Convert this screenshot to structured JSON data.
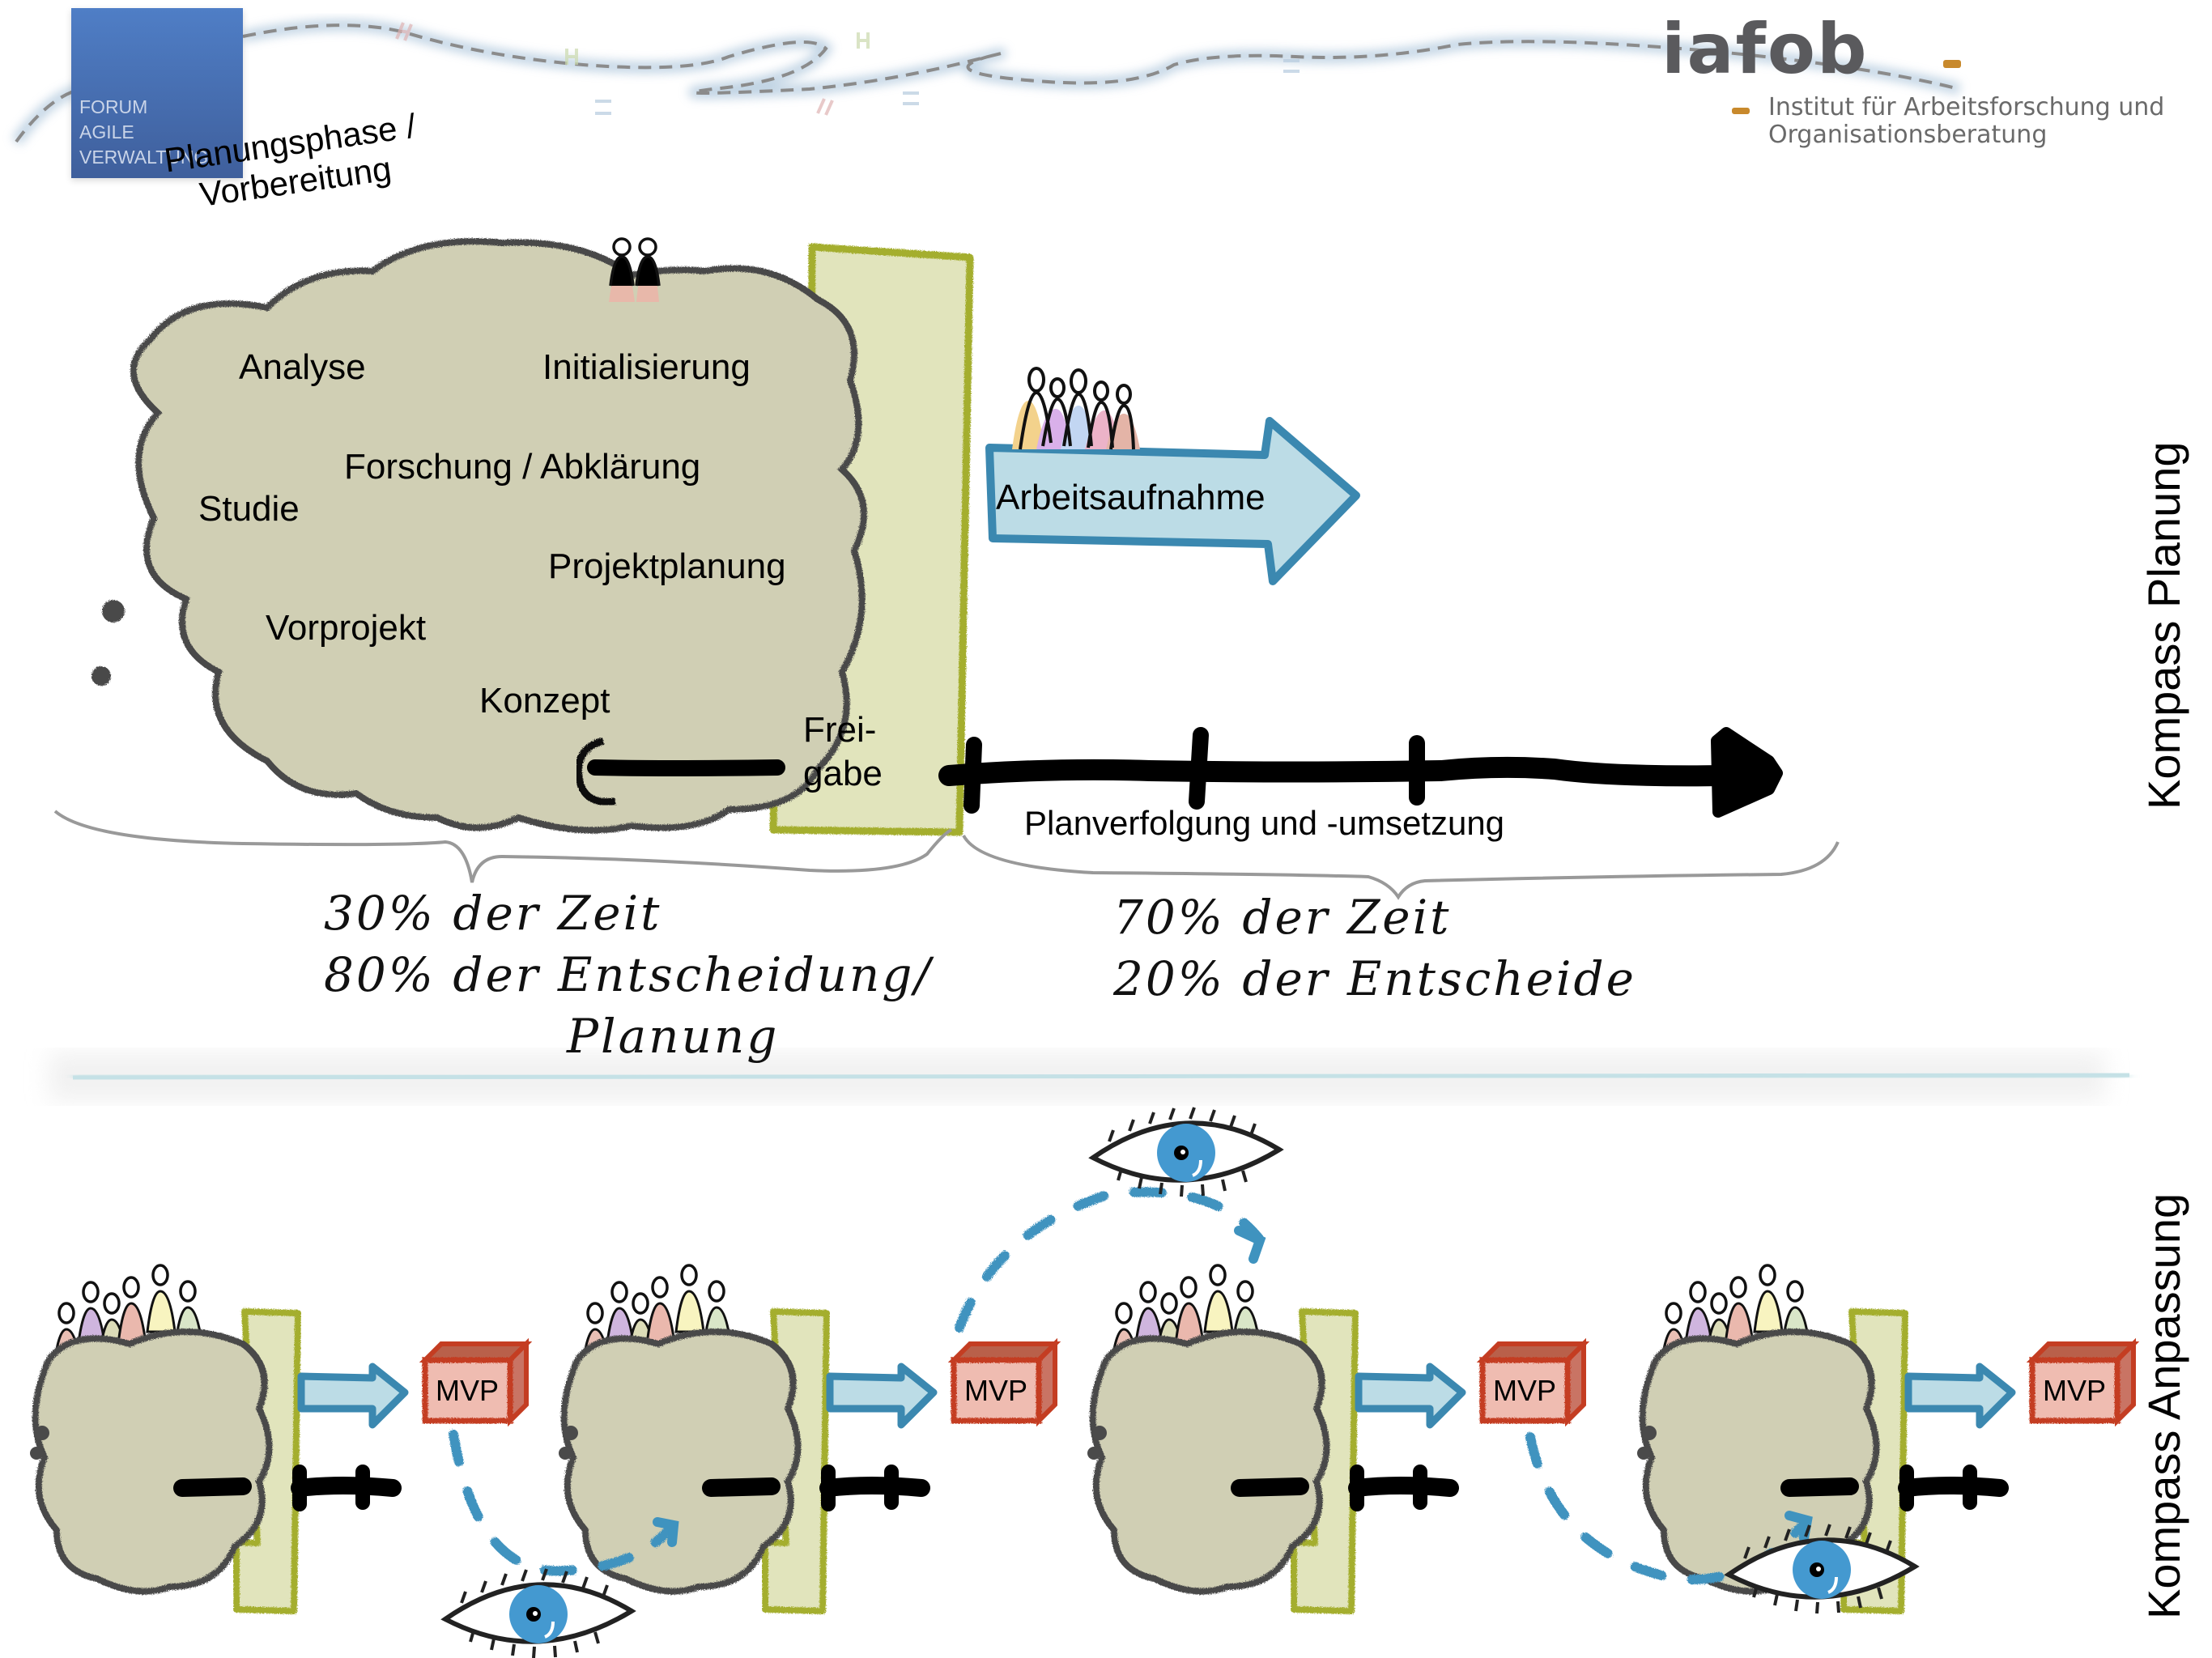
{
  "header": {
    "forum_logo": {
      "lines": [
        "FORUM",
        "AGILE",
        "VERWALTUNG"
      ],
      "color": "#4a72b8"
    },
    "iafob_logo": {
      "word": "iafob",
      "subtitle_lines": [
        "Institut für Arbeitsforschung und",
        "Organisationsberatung"
      ],
      "accent": "#c8892c"
    }
  },
  "planning": {
    "section_label": "Kompass Planung",
    "phase_title_lines": [
      "Planungsphase /",
      "Vorbereitung"
    ],
    "cloud_items": [
      "Analyse",
      "Initialisierung",
      "Forschung / Abklärung",
      "Studie",
      "Projektplanung",
      "Vorprojekt",
      "Konzept"
    ],
    "gate_label_lines": [
      "Frei-",
      "gabe"
    ],
    "arrow_label": "Arbeitsaufnahme",
    "timeline_label": "Planverfolgung und -umsetzung",
    "left_note_lines": [
      "30% der Zeit",
      "80% der Entscheidung/",
      "Planung"
    ],
    "right_note_lines": [
      "70% der Zeit",
      "20% der Entscheide"
    ],
    "colors": {
      "cloud": "#d0cfb4",
      "gate": "#e1e4bc",
      "gate_border": "#a4ae2e",
      "arrow": "#bcdce6",
      "arrow_border": "#3b88b0"
    }
  },
  "adaptation": {
    "section_label": "Kompass Anpassung",
    "cycles": [
      {
        "product_label": "MVP"
      },
      {
        "product_label": "MVP"
      },
      {
        "product_label": "MVP"
      },
      {
        "product_label": "MVP"
      }
    ],
    "feedback_icons": [
      "eye-icon",
      "eye-icon",
      "eye-icon"
    ],
    "colors": {
      "mvp_box": "#efbcb1",
      "mvp_border": "#c43d22",
      "eye_iris": "#4499d0",
      "feedback_dash": "#3f93bf"
    }
  }
}
